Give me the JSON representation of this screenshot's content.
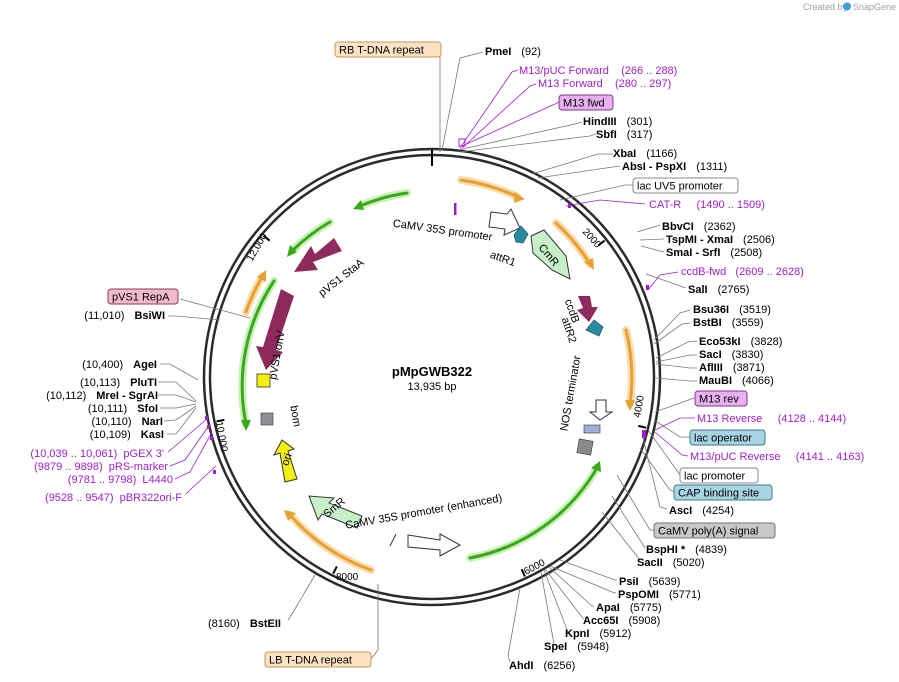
{
  "brand": {
    "created_by": "Created by",
    "product": "SnapGene"
  },
  "plasmid": {
    "name": "pMpGWB322",
    "size_label": "13,935 bp",
    "length": 13935
  },
  "ticks": [
    {
      "pos": 2000,
      "label": "2000"
    },
    {
      "pos": 4000,
      "label": "4000"
    },
    {
      "pos": 6000,
      "label": "6000"
    },
    {
      "pos": 8000,
      "label": "8000"
    },
    {
      "pos": 10000,
      "label": "10,000"
    },
    {
      "pos": 12000,
      "label": "12,000"
    }
  ],
  "enzymes_right": [
    {
      "name": "PmeI",
      "pos": "(92)",
      "bp": 92
    },
    {
      "name": "HindIII",
      "pos": "(301)",
      "bp": 301
    },
    {
      "name": "SbfI",
      "pos": "(317)",
      "bp": 317
    },
    {
      "name": "XbaI",
      "pos": "(1166)",
      "bp": 1166
    },
    {
      "name": "AbsI - PspXI",
      "pos": "(1311)",
      "bp": 1311
    },
    {
      "name": "BbvCI",
      "pos": "(2362)",
      "bp": 2362
    },
    {
      "name": "TspMI - XmaI",
      "pos": "(2506)",
      "bp": 2506
    },
    {
      "name": "SmaI - SrfI",
      "pos": "(2508)",
      "bp": 2508
    },
    {
      "name": "SalI",
      "pos": "(2765)",
      "bp": 2765
    },
    {
      "name": "Bsu36I",
      "pos": "(3519)",
      "bp": 3519
    },
    {
      "name": "BstBI",
      "pos": "(3559)",
      "bp": 3559
    },
    {
      "name": "Eco53kI",
      "pos": "(3828)",
      "bp": 3828
    },
    {
      "name": "SacI",
      "pos": "(3830)",
      "bp": 3830
    },
    {
      "name": "AflIII",
      "pos": "(3871)",
      "bp": 3871
    },
    {
      "name": "MauBI",
      "pos": "(4066)",
      "bp": 4066
    },
    {
      "name": "AscI",
      "pos": "(4254)",
      "bp": 4254
    },
    {
      "name": "BspHI *",
      "pos": "(4839)",
      "bp": 4839
    },
    {
      "name": "SacII",
      "pos": "(5020)",
      "bp": 5020
    },
    {
      "name": "PsiI",
      "pos": "(5639)",
      "bp": 5639
    },
    {
      "name": "PspOMI",
      "pos": "(5771)",
      "bp": 5771
    },
    {
      "name": "ApaI",
      "pos": "(5775)",
      "bp": 5775
    },
    {
      "name": "Acc65I",
      "pos": "(5908)",
      "bp": 5908
    },
    {
      "name": "KpnI",
      "pos": "(5912)",
      "bp": 5912
    },
    {
      "name": "SpeI",
      "pos": "(5948)",
      "bp": 5948
    },
    {
      "name": "AhdI",
      "pos": "(6256)",
      "bp": 6256
    }
  ],
  "enzymes_left": [
    {
      "name": "BstEII",
      "pos": "(8160)",
      "bp": 8160
    },
    {
      "name": "KasI",
      "pos": "(10,109)",
      "bp": 10109
    },
    {
      "name": "NarI",
      "pos": "(10,110)",
      "bp": 10110
    },
    {
      "name": "SfoI",
      "pos": "(10,111)",
      "bp": 10111
    },
    {
      "name": "MreI - SgrAI",
      "pos": "(10,112)",
      "bp": 10112
    },
    {
      "name": "PluTI",
      "pos": "(10,113)",
      "bp": 10113
    },
    {
      "name": "AgeI",
      "pos": "(10,400)",
      "bp": 10400
    },
    {
      "name": "BsiWI",
      "pos": "(11,010)",
      "bp": 11010
    }
  ],
  "primers": [
    {
      "text": "M13/pUC Forward    (266 .. 288)",
      "side": "right"
    },
    {
      "text": "M13 Forward    (280 .. 297)",
      "side": "right"
    },
    {
      "text": "CAT-R     (1490 .. 1509)",
      "side": "right"
    },
    {
      "text": "ccdB-fwd   (2609 .. 2628)",
      "side": "right"
    },
    {
      "text": "M13 Reverse     (4128 .. 4144)",
      "side": "right"
    },
    {
      "text": "M13/pUC Reverse     (4141 .. 4163)",
      "side": "right"
    },
    {
      "text": "(10,039 .. 10,061)  pGEX 3'",
      "side": "left"
    },
    {
      "text": "(9879 .. 9898)  pRS-marker",
      "side": "left"
    },
    {
      "text": "(9781 .. 9798)  L4440",
      "side": "left"
    },
    {
      "text": "(9528 .. 9547)  pBR322ori-F",
      "side": "left"
    }
  ],
  "boxed_features": [
    {
      "text": "RB T-DNA repeat",
      "style": "orange"
    },
    {
      "text": "M13 fwd",
      "style": "purple"
    },
    {
      "text": "lac UV5 promoter",
      "style": "white"
    },
    {
      "text": "M13 rev",
      "style": "purple"
    },
    {
      "text": "lac operator",
      "style": "teal"
    },
    {
      "text": "lac promoter",
      "style": "white"
    },
    {
      "text": "CAP binding site",
      "style": "teal"
    },
    {
      "text": "CaMV poly(A) signal",
      "style": "gray"
    },
    {
      "text": "LB T-DNA repeat",
      "style": "orange"
    },
    {
      "text": "pVS1 RepA",
      "style": "pink"
    }
  ],
  "inner_labels": {
    "camv35s": "CaMV 35S promoter",
    "attr1": "attR1",
    "cmr": "CmR",
    "ccdb": "ccdB",
    "attr2": "attR2",
    "nos": "NOS terminator",
    "camv35s_enh": "CaMV 35S promoter (enhanced)",
    "smr": "SmR",
    "ori": "ori",
    "bom": "bom",
    "pvs1_oriv": "pVS1 oriV",
    "pvs1_staa": "pVS1 StaA"
  },
  "colors": {
    "backbone": "#2b2b2b",
    "primer": "#a020c8",
    "orange_arrow": "#e8a030",
    "green_arrow": "#3aa81a",
    "pvs1": "#8e2b5c",
    "ori": "#f5ef10",
    "attr": "#2a8aa0",
    "cmr_fill": "#c8f0c8",
    "smr_fill": "#c8f0c8"
  }
}
